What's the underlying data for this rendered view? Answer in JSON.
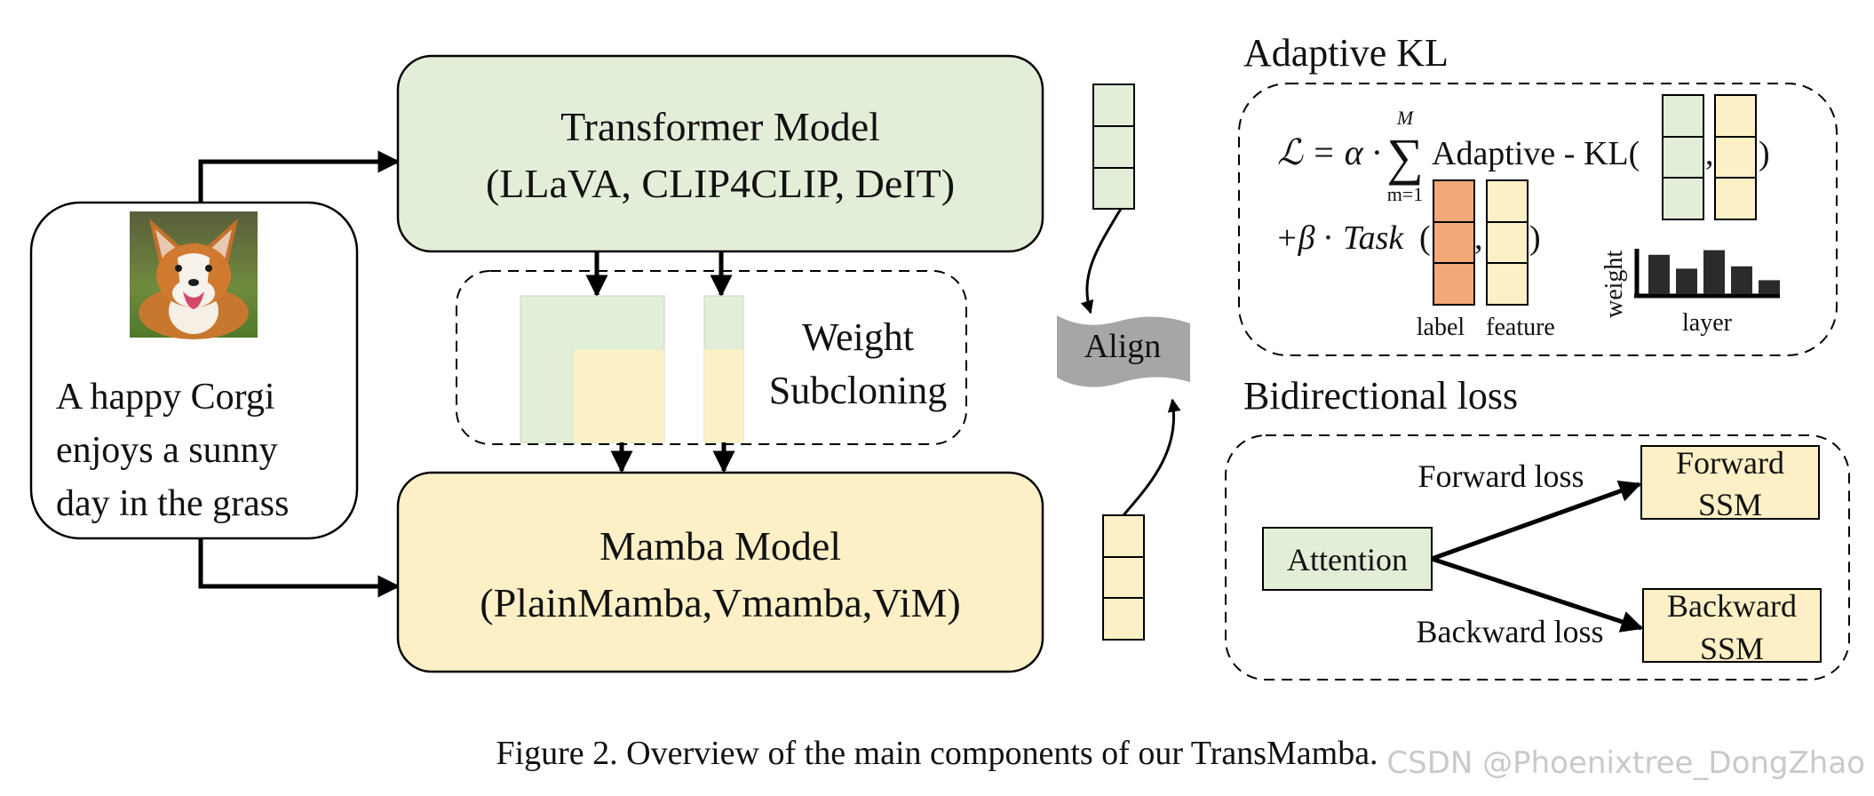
{
  "transformer": {
    "line1": "Transformer Model",
    "line2": "(LLaVA, CLIP4CLIP, DeIT)"
  },
  "mamba": {
    "line1": "Mamba Model",
    "line2": "(PlainMamba,Vmamba,ViM)"
  },
  "input": {
    "line1": "A happy Corgi",
    "line2": "enjoys a sunny",
    "line3": "day in the grass"
  },
  "subcloning": {
    "line1": "Weight",
    "line2": "Subcloning"
  },
  "align": {
    "label": "Align"
  },
  "adaptive_kl": {
    "title": "Adaptive KL",
    "sum_upper": "M",
    "sum_lower": "m=1",
    "formula_main": "Adaptive - KL(",
    "comma": ",",
    "close": ")",
    "task_plus": "+β · ",
    "task_name": "Task",
    "task_open": "(",
    "label_caption": "label",
    "feature_caption": "feature",
    "weight_axis": "weight",
    "layer_axis": "layer",
    "weight_bars": [
      0.85,
      0.55,
      0.95,
      0.6,
      0.3
    ]
  },
  "bidirectional": {
    "title": "Bidirectional loss",
    "attention": "Attention",
    "forward_loss": "Forward loss",
    "backward_loss": "Backward loss",
    "forward_ssm_1": "Forward",
    "forward_ssm_2": "SSM",
    "backward_ssm_1": "Backward",
    "backward_ssm_2": "SSM"
  },
  "caption": "Figure 2. Overview of the main components of our TransMamba.",
  "watermark": "CSDN @Phoenixtree_DongZhao",
  "colors": {
    "green": "#e2eed8",
    "yellow": "#fdf0c6",
    "orange": "#f3a878",
    "gray": "#a6a6a6"
  }
}
